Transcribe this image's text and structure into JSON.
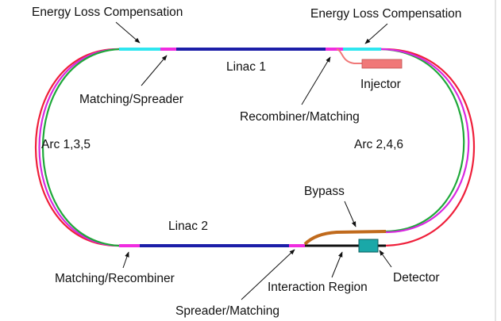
{
  "labels": {
    "energy_loss_left": "Energy Loss Compensation",
    "energy_loss_right": "Energy Loss Compensation",
    "linac1": "Linac 1",
    "injector": "Injector",
    "matching_spreader": "Matching/Spreader",
    "recombiner_matching": "Recombiner/Matching",
    "arc_left": "Arc 1,3,5",
    "arc_right": "Arc 2,4,6",
    "bypass": "Bypass",
    "linac2": "Linac 2",
    "matching_recombiner": "Matching/Recombiner",
    "interaction_region": "Interaction Region",
    "detector": "Detector",
    "spreader_matching": "Spreader/Matching"
  },
  "colors": {
    "linac": "#1c1ea8",
    "energy_loss": "#2fe6f0",
    "matching": "#f02ce0",
    "arc_red": "#ef1f3a",
    "arc_green": "#1fa83a",
    "arc_magenta": "#d829e0",
    "injector": "#f07878",
    "bypass": "#c06a1c",
    "detector": "#1aa8a8",
    "ir_line": "#111111"
  },
  "icons": {
    "pointer_arrows": "thin-black-arrow"
  }
}
